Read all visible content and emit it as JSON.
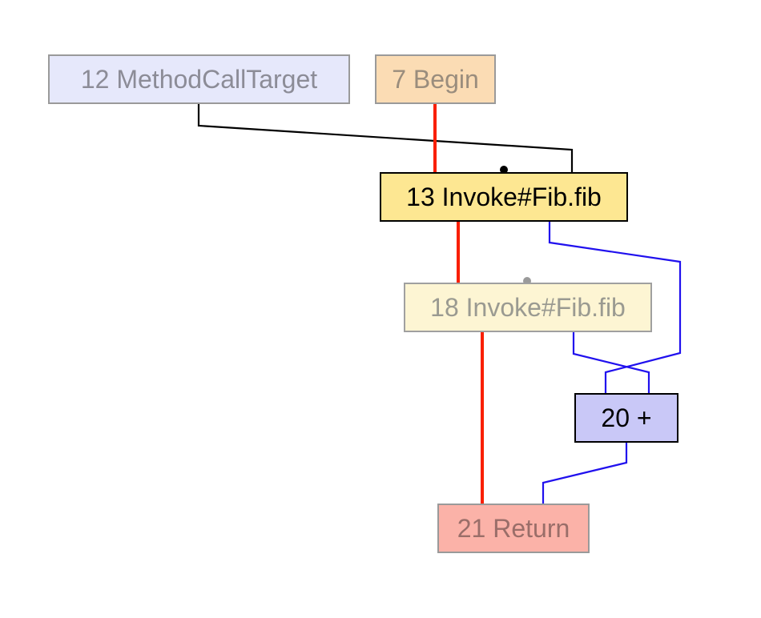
{
  "diagram": {
    "nodes": [
      {
        "id": "n12",
        "label": "12 MethodCallTarget",
        "fill": "#e6e8fb",
        "text_color": "#8c8c97",
        "border_color": "#9a9a9a",
        "faded": true
      },
      {
        "id": "n7",
        "label": "7 Begin",
        "fill": "#fbdcb4",
        "text_color": "#9a8d7d",
        "border_color": "#9a9a9a",
        "faded": true
      },
      {
        "id": "n13",
        "label": "13 Invoke#Fib.fib",
        "fill": "#fde792",
        "text_color": "#000000",
        "border_color": "#000000",
        "faded": false
      },
      {
        "id": "n18",
        "label": "18 Invoke#Fib.fib",
        "fill": "#fdf5d3",
        "text_color": "#9a9a91",
        "border_color": "#a0a0a0",
        "faded": true
      },
      {
        "id": "n20",
        "label": "20 +",
        "fill": "#c9c8f7",
        "text_color": "#000000",
        "border_color": "#000000",
        "faded": false
      },
      {
        "id": "n21",
        "label": "21 Return",
        "fill": "#fbb2a8",
        "text_color": "#9a6e69",
        "border_color": "#9a9a9a",
        "faded": true
      }
    ],
    "edges": [
      {
        "from": "n12",
        "to": "n13",
        "kind": "input",
        "color": "#000000"
      },
      {
        "from": "n7",
        "to": "n13",
        "kind": "control",
        "color": "#f91f00"
      },
      {
        "from": "n13",
        "to": "n18",
        "kind": "control",
        "color": "#f91f00"
      },
      {
        "from": "n18",
        "to": "n21",
        "kind": "control",
        "color": "#f91f00"
      },
      {
        "from": "n13",
        "to": "n20",
        "kind": "data",
        "color": "#2010ee"
      },
      {
        "from": "n18",
        "to": "n20",
        "kind": "data",
        "color": "#2010ee"
      },
      {
        "from": "n20",
        "to": "n21",
        "kind": "data",
        "color": "#2010ee"
      }
    ]
  }
}
